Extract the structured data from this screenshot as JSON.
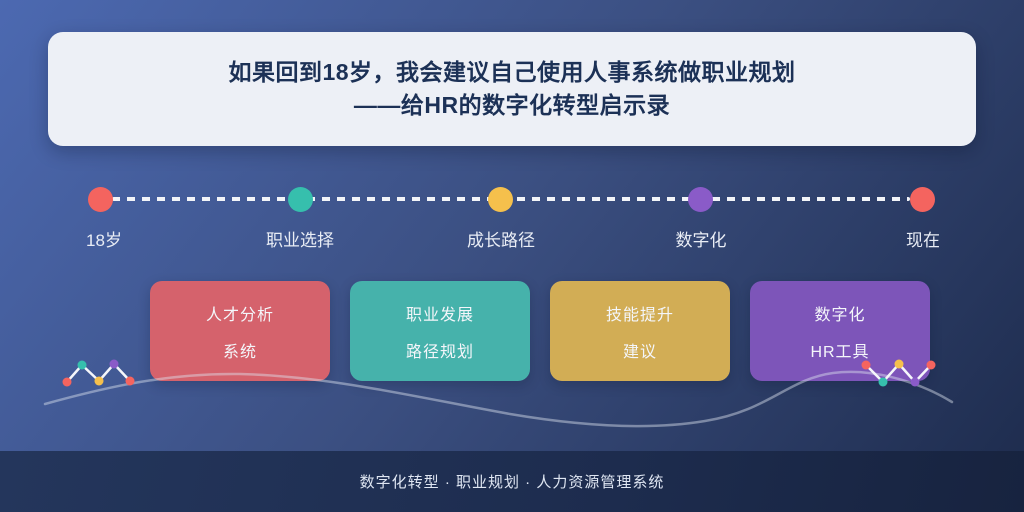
{
  "header": {
    "title_line1": "如果回到18岁，我会建议自己使用人事系统做职业规划",
    "title_line2": "——给HR的数字化转型启示录"
  },
  "timeline": {
    "items": [
      {
        "label": "18岁",
        "color": "#f4645f"
      },
      {
        "label": "职业选择",
        "color": "#36bfad"
      },
      {
        "label": "成长路径",
        "color": "#f5c04c"
      },
      {
        "label": "数字化",
        "color": "#8a5bc8"
      },
      {
        "label": "现在",
        "color": "#f4645f"
      }
    ]
  },
  "cards": [
    {
      "line1": "人才分析",
      "line2": "系统",
      "color": "#d5626c"
    },
    {
      "line1": "职业发展",
      "line2": "路径规划",
      "color": "#46b2ab"
    },
    {
      "line1": "技能提升",
      "line2": "建议",
      "color": "#d2ad55"
    },
    {
      "line1": "数字化",
      "line2": "HR工具",
      "color": "#7d55b9"
    }
  ],
  "decor": {
    "curve_color": "rgba(222,228,240,0.45)",
    "zigzag_line_color": "#f5f7fb",
    "left_dots": [
      "#f4645f",
      "#36bfad",
      "#f5c04c",
      "#8a5bc8",
      "#f4645f"
    ],
    "right_dots": [
      "#f4645f",
      "#36bfad",
      "#f5c04c",
      "#8a5bc8",
      "#f4645f"
    ]
  },
  "footer": {
    "text": "数字化转型 · 职业规划 · 人力资源管理系统"
  }
}
